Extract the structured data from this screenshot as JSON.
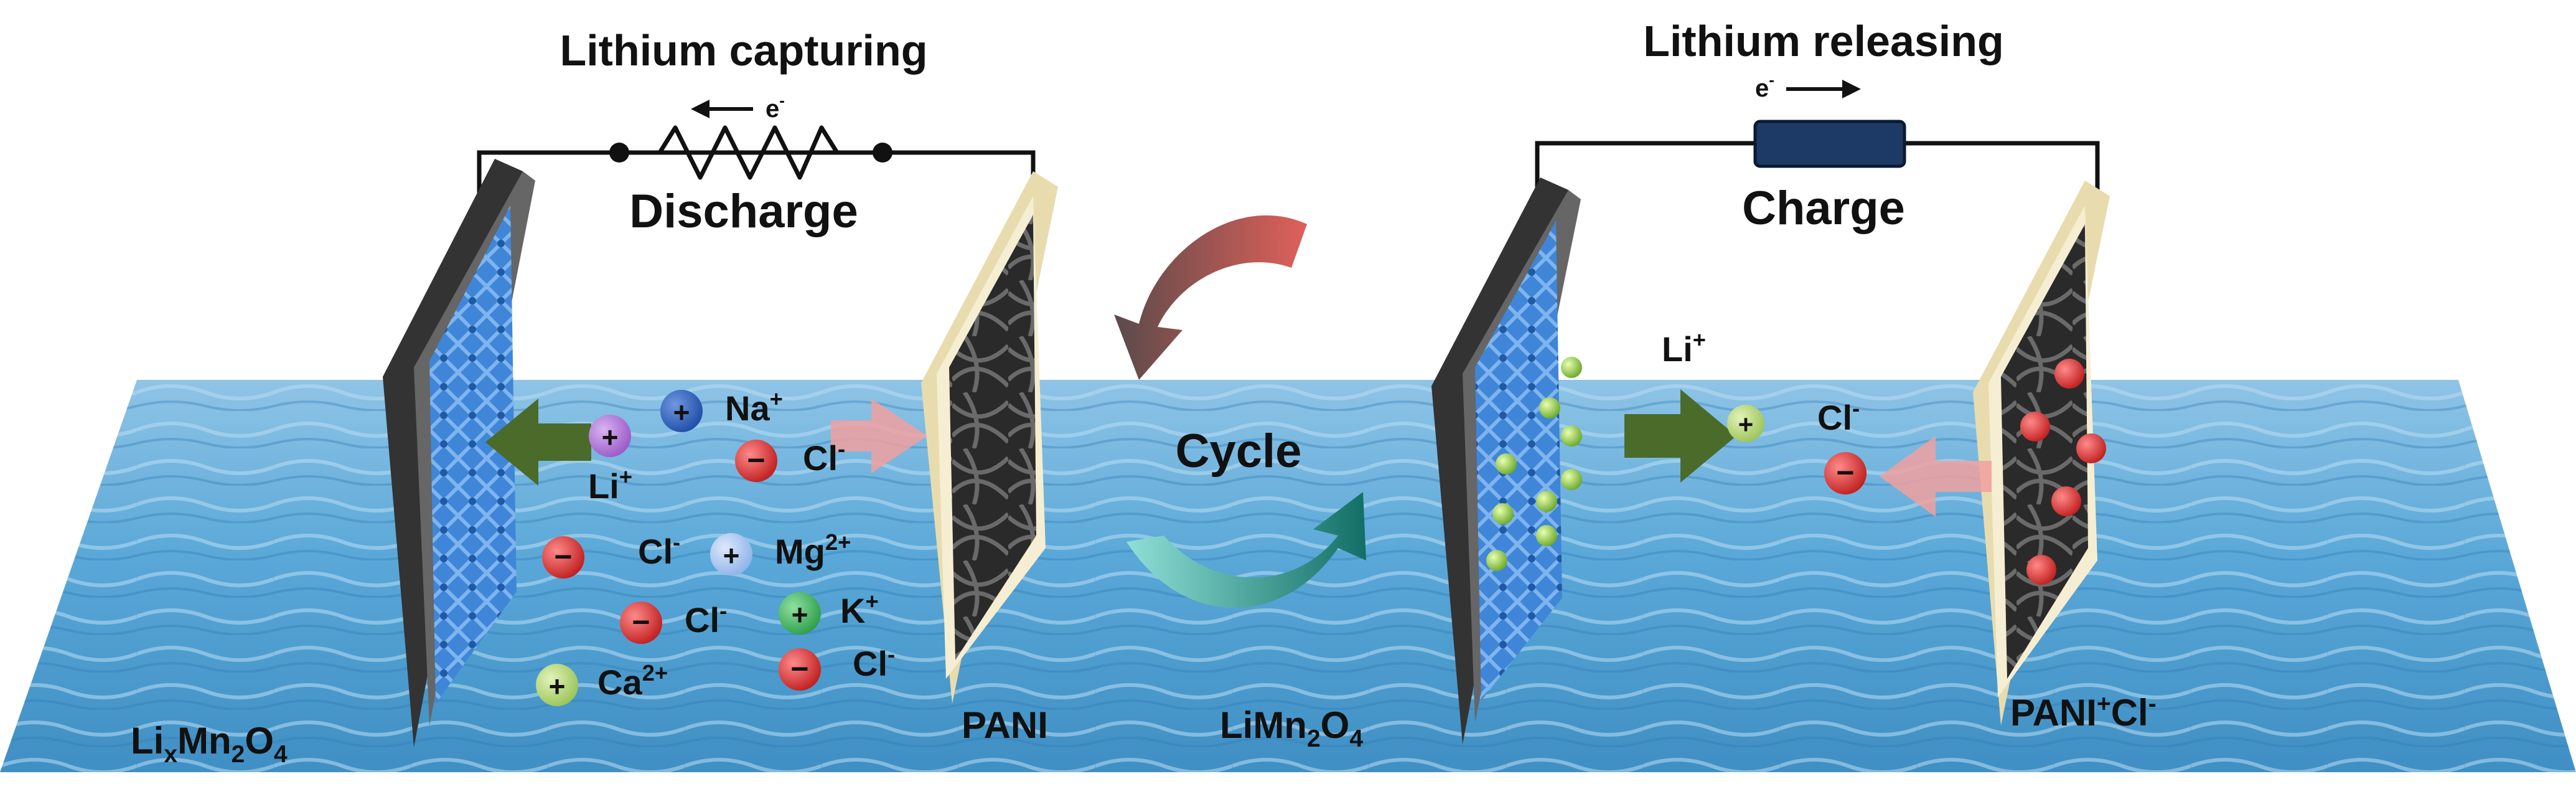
{
  "colors": {
    "cation_blue": "#1f4ea8",
    "cation_light": "#8fb3e8",
    "cation_purple": "#9b59c8",
    "cation_green": "#2e9e4a",
    "cation_olive": "#9bc45a",
    "anion_red": "#d42a2a",
    "electrode_blue": "#3f86d8",
    "frame_dark": "#4a4a4a",
    "frame_cream": "#efe6c4",
    "resistor_box": "#1d3a66",
    "arrow_green": "#4a6b2a",
    "arrow_pink": "#f0a0a0",
    "cycle_red": "#d9534f",
    "cycle_teal": "#1c8a80",
    "water": "#5aa8d8"
  },
  "icons": {
    "resistor": "zigzag-resistor-icon",
    "charger": "charger-box-icon",
    "cation": "plus-circle-icon",
    "anion": "minus-circle-icon",
    "cycle": "circular-arrows-icon"
  },
  "left": {
    "title": "Lithium capturing",
    "electron": "e",
    "electron_charge": "-",
    "mode": "Discharge",
    "electrode_left": {
      "main": "Li",
      "sub1": "x",
      "mid": "Mn",
      "sub2": "2",
      "end": "O",
      "sub3": "4"
    },
    "electrode_right": "PANI",
    "ions": {
      "na": {
        "base": "Na",
        "charge": "+"
      },
      "cl1": {
        "base": "Cl",
        "charge": "-"
      },
      "li": {
        "base": "Li",
        "charge": "+"
      },
      "cl2": {
        "base": "Cl",
        "charge": "-"
      },
      "mg": {
        "base": "Mg",
        "charge": "2+"
      },
      "cl3": {
        "base": "Cl",
        "charge": "-"
      },
      "k": {
        "base": "K",
        "charge": "+"
      },
      "ca": {
        "base": "Ca",
        "charge": "2+"
      },
      "cl4": {
        "base": "Cl",
        "charge": "-"
      }
    }
  },
  "center": {
    "label": "Cycle"
  },
  "right": {
    "title": "Lithium releasing",
    "electron": "e",
    "electron_charge": "-",
    "mode": "Charge",
    "electrode_left": {
      "main": "LiMn",
      "sub1": "2",
      "end": "O",
      "sub2": "4"
    },
    "electrode_right": {
      "main": "PANI",
      "sup1": "+",
      "mid": "Cl",
      "sup2": "-"
    },
    "ions": {
      "li": {
        "base": "Li",
        "charge": "+"
      },
      "cl": {
        "base": "Cl",
        "charge": "-"
      }
    }
  }
}
